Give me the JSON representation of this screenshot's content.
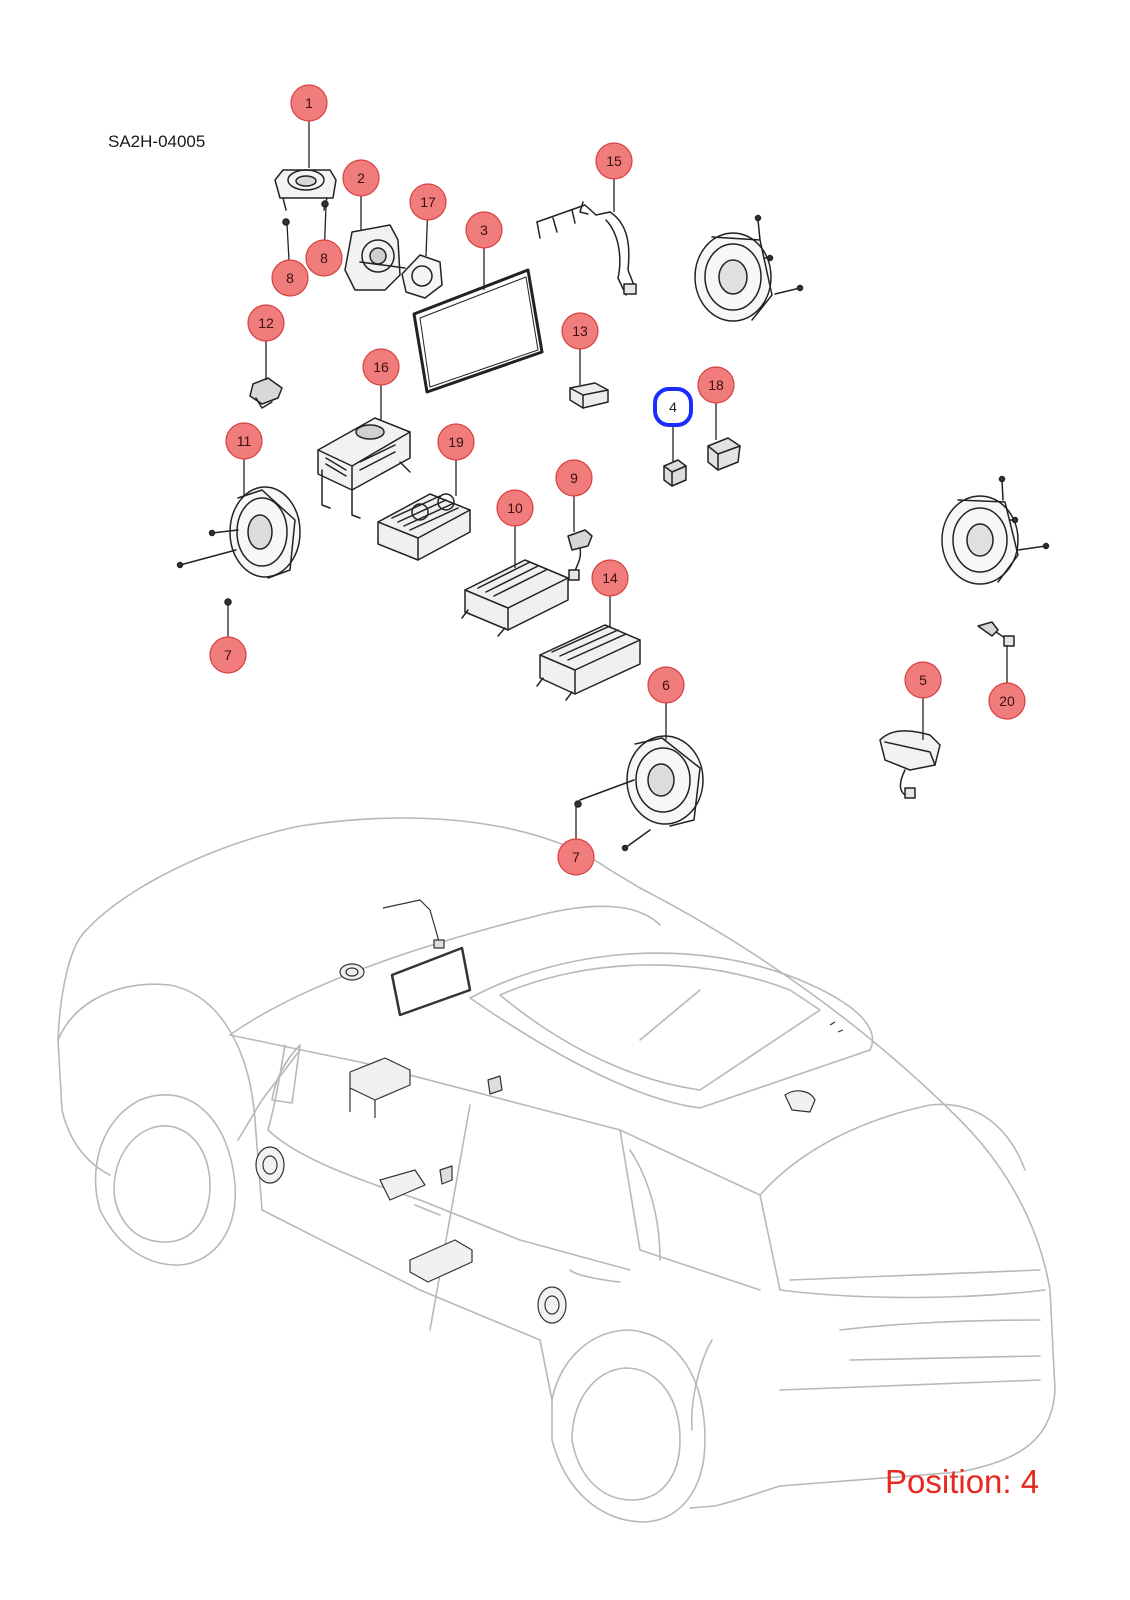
{
  "diagram_code": "SA2H-04005",
  "position": {
    "prefix": "Position:",
    "value": "4",
    "text": "Position: 4"
  },
  "colors": {
    "callout_fill": "#f07c7c",
    "callout_stroke": "#d94040",
    "callout_text": "#3a1010",
    "highlight_stroke": "#1a2cff",
    "highlight_fill": "#ffffff",
    "position_text": "#e8281e",
    "line_art": "#222222",
    "car_outline": "#b8b8b8"
  },
  "callouts": [
    {
      "label": "1"
    },
    {
      "label": "2"
    },
    {
      "label": "3"
    },
    {
      "label": "4",
      "highlighted": true
    },
    {
      "label": "5"
    },
    {
      "label": "6"
    },
    {
      "label": "7"
    },
    {
      "label": "7"
    },
    {
      "label": "8"
    },
    {
      "label": "8"
    },
    {
      "label": "9"
    },
    {
      "label": "10"
    },
    {
      "label": "11"
    },
    {
      "label": "12"
    },
    {
      "label": "13"
    },
    {
      "label": "14"
    },
    {
      "label": "15"
    },
    {
      "label": "16"
    },
    {
      "label": "17"
    },
    {
      "label": "18"
    },
    {
      "label": "19"
    },
    {
      "label": "20"
    }
  ]
}
